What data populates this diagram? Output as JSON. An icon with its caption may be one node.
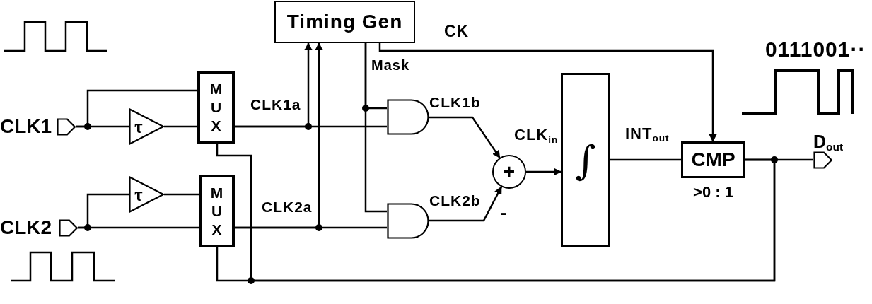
{
  "diagram": {
    "nodes": [
      {
        "text": [
          "Timing Gen"
        ]
      },
      {
        "text": [
          "CLK1"
        ]
      },
      {
        "text": [
          "τ"
        ]
      },
      {
        "text": [
          "M U X"
        ]
      },
      {
        "text": [
          "CLK2"
        ]
      },
      {
        "text": [
          "τ"
        ]
      },
      {
        "text": [
          "M U X"
        ]
      },
      {
        "text": [],
        "shape": "gate"
      },
      {
        "text": [],
        "shape": "gate"
      },
      {
        "text": [
          "+"
        ]
      },
      {
        "text": [
          "∫"
        ]
      },
      {
        "text": [
          "CMP"
        ],
        "beside": [
          ">0 : 1"
        ]
      },
      {
        "text": [
          "D$_{out}$"
        ]
      }
    ],
    "edges": [
      {
        "from": 1,
        "to": 3,
        "arrow": "none"
      },
      {
        "from": 1,
        "to": 2,
        "arrow": "none"
      },
      {
        "from": 2,
        "to": 3,
        "arrow": "none"
      },
      {
        "from": 4,
        "to": 5,
        "arrow": "none"
      },
      {
        "from": 5,
        "to": 6,
        "arrow": "none"
      },
      {
        "from": 4,
        "to": 6,
        "arrow": "none"
      },
      {
        "from": 3,
        "to": 7,
        "arrow": "none",
        "label": "CLK1a"
      },
      {
        "from": 3,
        "to": 0,
        "arrow": "to"
      },
      {
        "from": 6,
        "to": 8,
        "arrow": "none",
        "label": "CLK2a"
      },
      {
        "from": 6,
        "to": 0,
        "arrow": "to"
      },
      {
        "from": 0,
        "to": 7,
        "arrow": "none",
        "label": "Mask"
      },
      {
        "from": 0,
        "to": 8,
        "arrow": "none"
      },
      {
        "from": 0,
        "to": 11,
        "arrow": "to",
        "label": "CK"
      },
      {
        "from": 7,
        "to": 9,
        "arrow": "to",
        "label": "CLK1b"
      },
      {
        "from": 8,
        "to": 9,
        "arrow": "to",
        "label": "CLK2b"
      },
      {
        "from": 9,
        "to": 10,
        "arrow": "to",
        "label": "CLK$_{in}$"
      },
      {
        "from": 10,
        "to": 11,
        "arrow": "none",
        "label": "INT$_{out}$"
      },
      {
        "from": 11,
        "to": 12,
        "arrow": "none"
      },
      {
        "from": 11,
        "to": 3,
        "arrow": "none"
      },
      {
        "from": 11,
        "to": 6,
        "arrow": "none"
      }
    ],
    "labels": [
      "0111001··",
      "-"
    ]
  }
}
